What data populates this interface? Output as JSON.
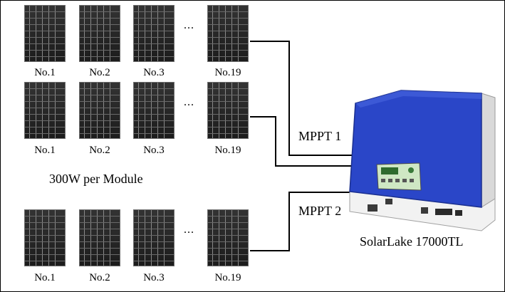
{
  "rows": [
    {
      "labels": [
        "No.1",
        "No.2",
        "No.3",
        "No.19"
      ],
      "ellipsis": "..."
    },
    {
      "labels": [
        "No.1",
        "No.2",
        "No.3",
        "No.19"
      ],
      "ellipsis": "..."
    },
    {
      "labels": [
        "No.1",
        "No.2",
        "No.3",
        "No.19"
      ],
      "ellipsis": "..."
    }
  ],
  "module_power": "300W per Module",
  "mppt1": "MPPT 1",
  "mppt2": "MPPT 2",
  "inverter_name": "SolarLake 17000TL",
  "colors": {
    "inverter_blue": "#2a46c8",
    "panel": "#262626",
    "wire": "#000000"
  }
}
